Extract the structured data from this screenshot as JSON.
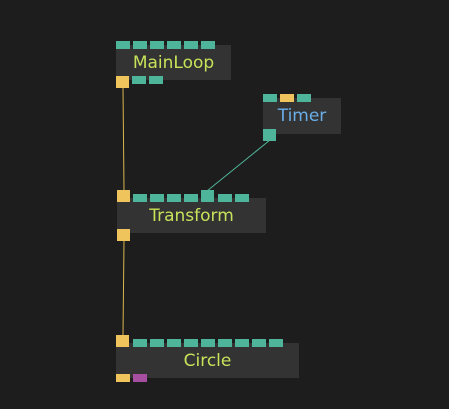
{
  "graph": {
    "nodes": {
      "mainloop": {
        "title": "MainLoop"
      },
      "timer": {
        "title": "Timer"
      },
      "transform": {
        "title": "Transform"
      },
      "circle": {
        "title": "Circle"
      }
    }
  },
  "colors": {
    "background": "#1d1d1d",
    "node_body": "#333333",
    "title_green": "#c6e35a",
    "title_blue": "#6aaee8",
    "data_pin": "#4fb59a",
    "exec_pin": "#f0c45c",
    "special_pin": "#a64fa0",
    "exec_wire": "#d8b54e",
    "data_wire": "#4fb59a"
  }
}
